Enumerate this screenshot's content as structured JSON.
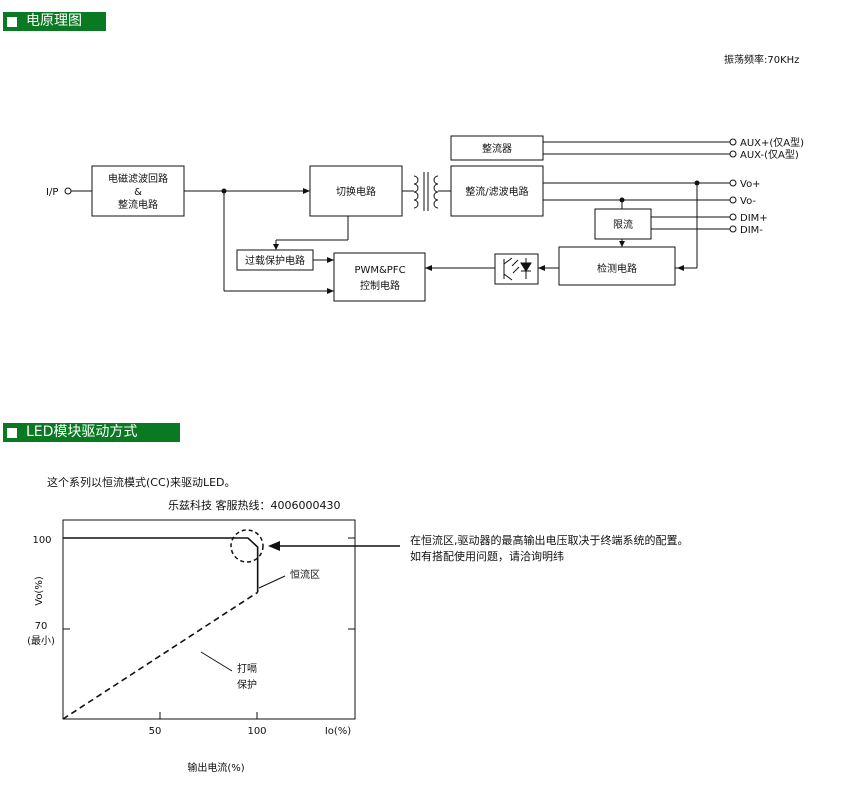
{
  "sections": {
    "schematic_title": "电原理图",
    "led_title": "LED模块驱动方式"
  },
  "schematic": {
    "osc_freq": "振荡频率:70KHz",
    "input_label": "I/P",
    "emi_line1": "电磁滤波回路",
    "emi_amp": "&",
    "emi_line2": "整流电路",
    "switch": "切换电路",
    "rectifier": "整流器",
    "rect_filter": "整流/滤波电路",
    "limiter": "限流",
    "detect": "检测电路",
    "pwm_line1": "PWM&PFC",
    "pwm_line2": "控制电路",
    "overload": "过载保护电路",
    "aux_plus": "AUX+(仅A型)",
    "aux_minus": "AUX-(仅A型)",
    "vo_plus": "Vo+",
    "vo_minus": "Vo-",
    "dim_plus": "DIM+",
    "dim_minus": "DIM-"
  },
  "led": {
    "intro": "这个系列以恒流模式(CC)来驱动LED。",
    "hotline": "乐兹科技 客服热线：4006000430",
    "note_line1": "在恒流区,驱动器的最高输出电压取决于终端系统的配置。",
    "note_line2": "如有搭配使用问题，请洽询明纬"
  },
  "chart_data": {
    "type": "line",
    "ylabel": "Vo(%)",
    "xlabel": "输出电流(%)",
    "x_axis_end_label": "Io(%)",
    "x_ticks": [
      "50",
      "100"
    ],
    "y_ticks": [
      "100",
      "70"
    ],
    "y_tick_sub": "(最小)",
    "xlim": [
      0,
      150
    ],
    "ylim": [
      0,
      100
    ],
    "series": [
      {
        "style": "solid",
        "x": [
          0,
          95,
          100,
          100
        ],
        "y": [
          100,
          100,
          95,
          70
        ]
      },
      {
        "style": "dashed",
        "x": [
          0,
          100
        ],
        "y": [
          0,
          70
        ]
      }
    ],
    "annotations": {
      "cc_region": "恒流区",
      "hiccup_line1": "打嗝",
      "hiccup_line2": "保护"
    }
  }
}
